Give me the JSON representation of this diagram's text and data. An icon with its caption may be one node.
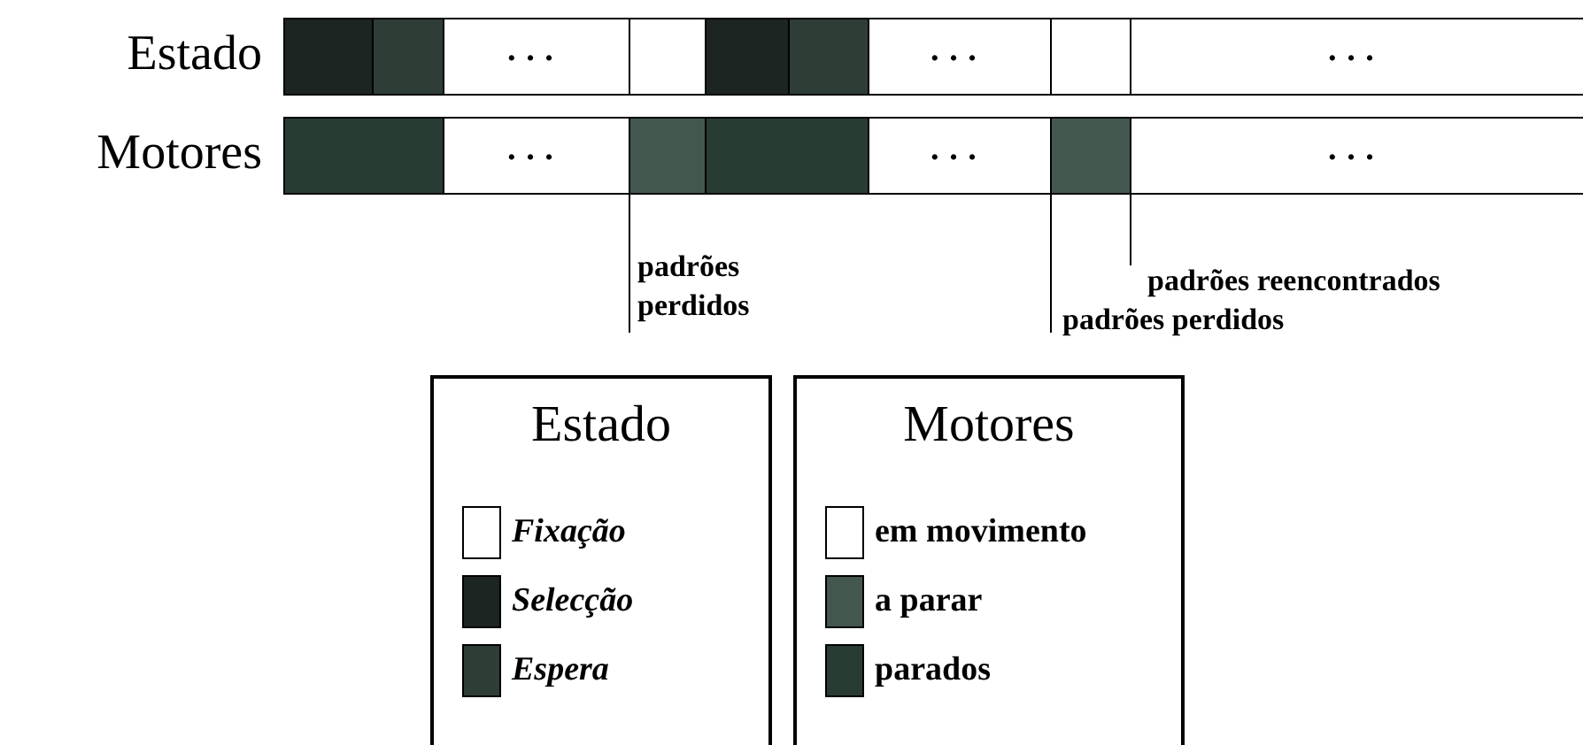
{
  "diagram": {
    "labels": [
      "Estado",
      "•••",
      "•••",
      "•••",
      "Motores",
      "•••",
      "•••",
      "•••",
      "padrões perdidos",
      "padrões reencontrados",
      "padrões perdidos",
      "Estado",
      "Motores"
    ],
    "legend": [
      {
        "text": "Fixação",
        "color": "#ffffff"
      },
      {
        "text": "Selecção",
        "color": "#1c2522"
      },
      {
        "text": "Espera",
        "color": "#2f3d37"
      },
      {
        "text": "em movimento",
        "color": "#ffffff"
      },
      {
        "text": "a parar",
        "color": "#44574f"
      },
      {
        "text": "parados",
        "color": "#293c34"
      }
    ]
  }
}
